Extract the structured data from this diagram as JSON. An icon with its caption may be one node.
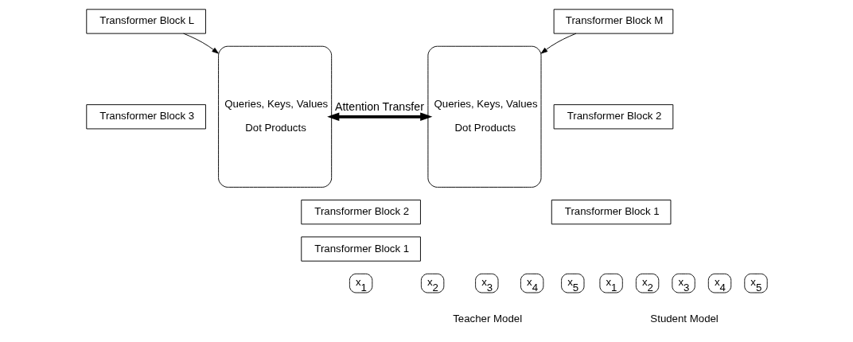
{
  "diagram": {
    "nodes": [
      {
        "text": [
          "Transformer Block L"
        ]
      },
      {
        "text": [
          "Transformer Block 3"
        ]
      },
      {
        "text": [
          "Transformer Block 2"
        ]
      },
      {
        "text": [
          "Transformer Block 1"
        ]
      },
      {
        "text": [
          "x$_{1}$"
        ]
      },
      {
        "text": [
          "x$_{2}$"
        ]
      },
      {
        "text": [
          "x$_{3}$"
        ]
      },
      {
        "text": [
          "x$_{4}$"
        ]
      },
      {
        "text": [
          "x$_{5}$"
        ]
      },
      {
        "text": [
          "Queries, Keys, Values",
          "Dot Products"
        ]
      },
      {
        "text": [
          "Queries, Keys, Values",
          "Dot Products"
        ]
      },
      {
        "text": [
          "Transformer Block M"
        ]
      },
      {
        "text": [
          "Transformer Block 2"
        ]
      },
      {
        "text": [
          "Transformer Block 1"
        ]
      },
      {
        "text": [
          "x$_{1}$"
        ]
      },
      {
        "text": [
          "x$_{2}$"
        ]
      },
      {
        "text": [
          "x$_{3}$"
        ]
      },
      {
        "text": [
          "x$_{4}$"
        ]
      },
      {
        "text": [
          "x$_{5}$"
        ]
      }
    ],
    "edges": [
      {
        "from": 0,
        "to": 9,
        "arrow": "to"
      },
      {
        "from": 9,
        "to": 10,
        "arrow": "both",
        "label": "Attention Transfer",
        "style": "thick"
      },
      {
        "from": 11,
        "to": 10,
        "arrow": "to"
      }
    ],
    "labels": [
      "Teacher Model",
      "Student Model"
    ]
  }
}
